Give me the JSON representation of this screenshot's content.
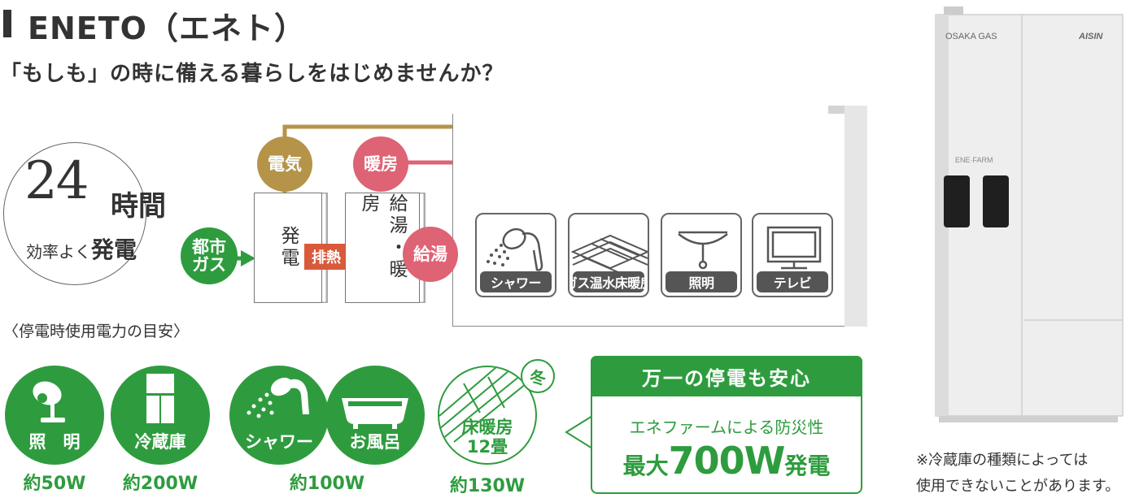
{
  "header": {
    "title": "ENETO（エネト）",
    "subtitle": "「もしも」の時に備える暮らしをはじめませんか？"
  },
  "badge24": {
    "number": "24",
    "unit": "時間",
    "sub_small": "効率よく",
    "sub_big": "発電"
  },
  "flow": {
    "gas": "都市ガス",
    "generation": "発電",
    "exhaust_heat": "排熱",
    "hotwater_heating": "給湯・暖房",
    "electricity": "電気",
    "heating": "暖房",
    "hot_water": "給湯"
  },
  "appliances": [
    {
      "label": "シャワー",
      "icon": "shower-icon"
    },
    {
      "label": "ガス温水床暖房",
      "icon": "floor-heating-icon"
    },
    {
      "label": "照明",
      "icon": "ceiling-light-icon"
    },
    {
      "label": "テレビ",
      "icon": "tv-icon"
    }
  ],
  "usage": {
    "title": "〈停電時使用電力の目安〉",
    "items": [
      {
        "label": "照　明",
        "watt": "約50W",
        "icon": "desk-lamp-icon"
      },
      {
        "label": "冷蔵庫",
        "watt": "約200W",
        "icon": "fridge-icon"
      },
      {
        "label": "シャワー",
        "icon": "shower-icon"
      },
      {
        "label": "お風呂",
        "icon": "bathtub-icon"
      },
      {
        "label": "床暖房",
        "label2": "12畳",
        "watt": "約130W",
        "icon": "floor-heating-icon",
        "badge": "冬"
      }
    ],
    "shower_bath_watt": "約100W"
  },
  "safety": {
    "heading": "万一の停電も安心",
    "line1": "エネファームによる防災性",
    "pre": "最大",
    "big": "700W",
    "post": "発電"
  },
  "product": {
    "brand_left": "OSAKA GAS",
    "brand_right": "AISIN",
    "logo": "ENE·FARM"
  },
  "notes": {
    "line1": "※冷蔵庫の種類によっては",
    "line2": "使用できないことがあります。"
  },
  "colors": {
    "green": "#2e9c3e",
    "gold": "#b5944a",
    "pink": "#de6375",
    "orange": "#d95a3a"
  }
}
